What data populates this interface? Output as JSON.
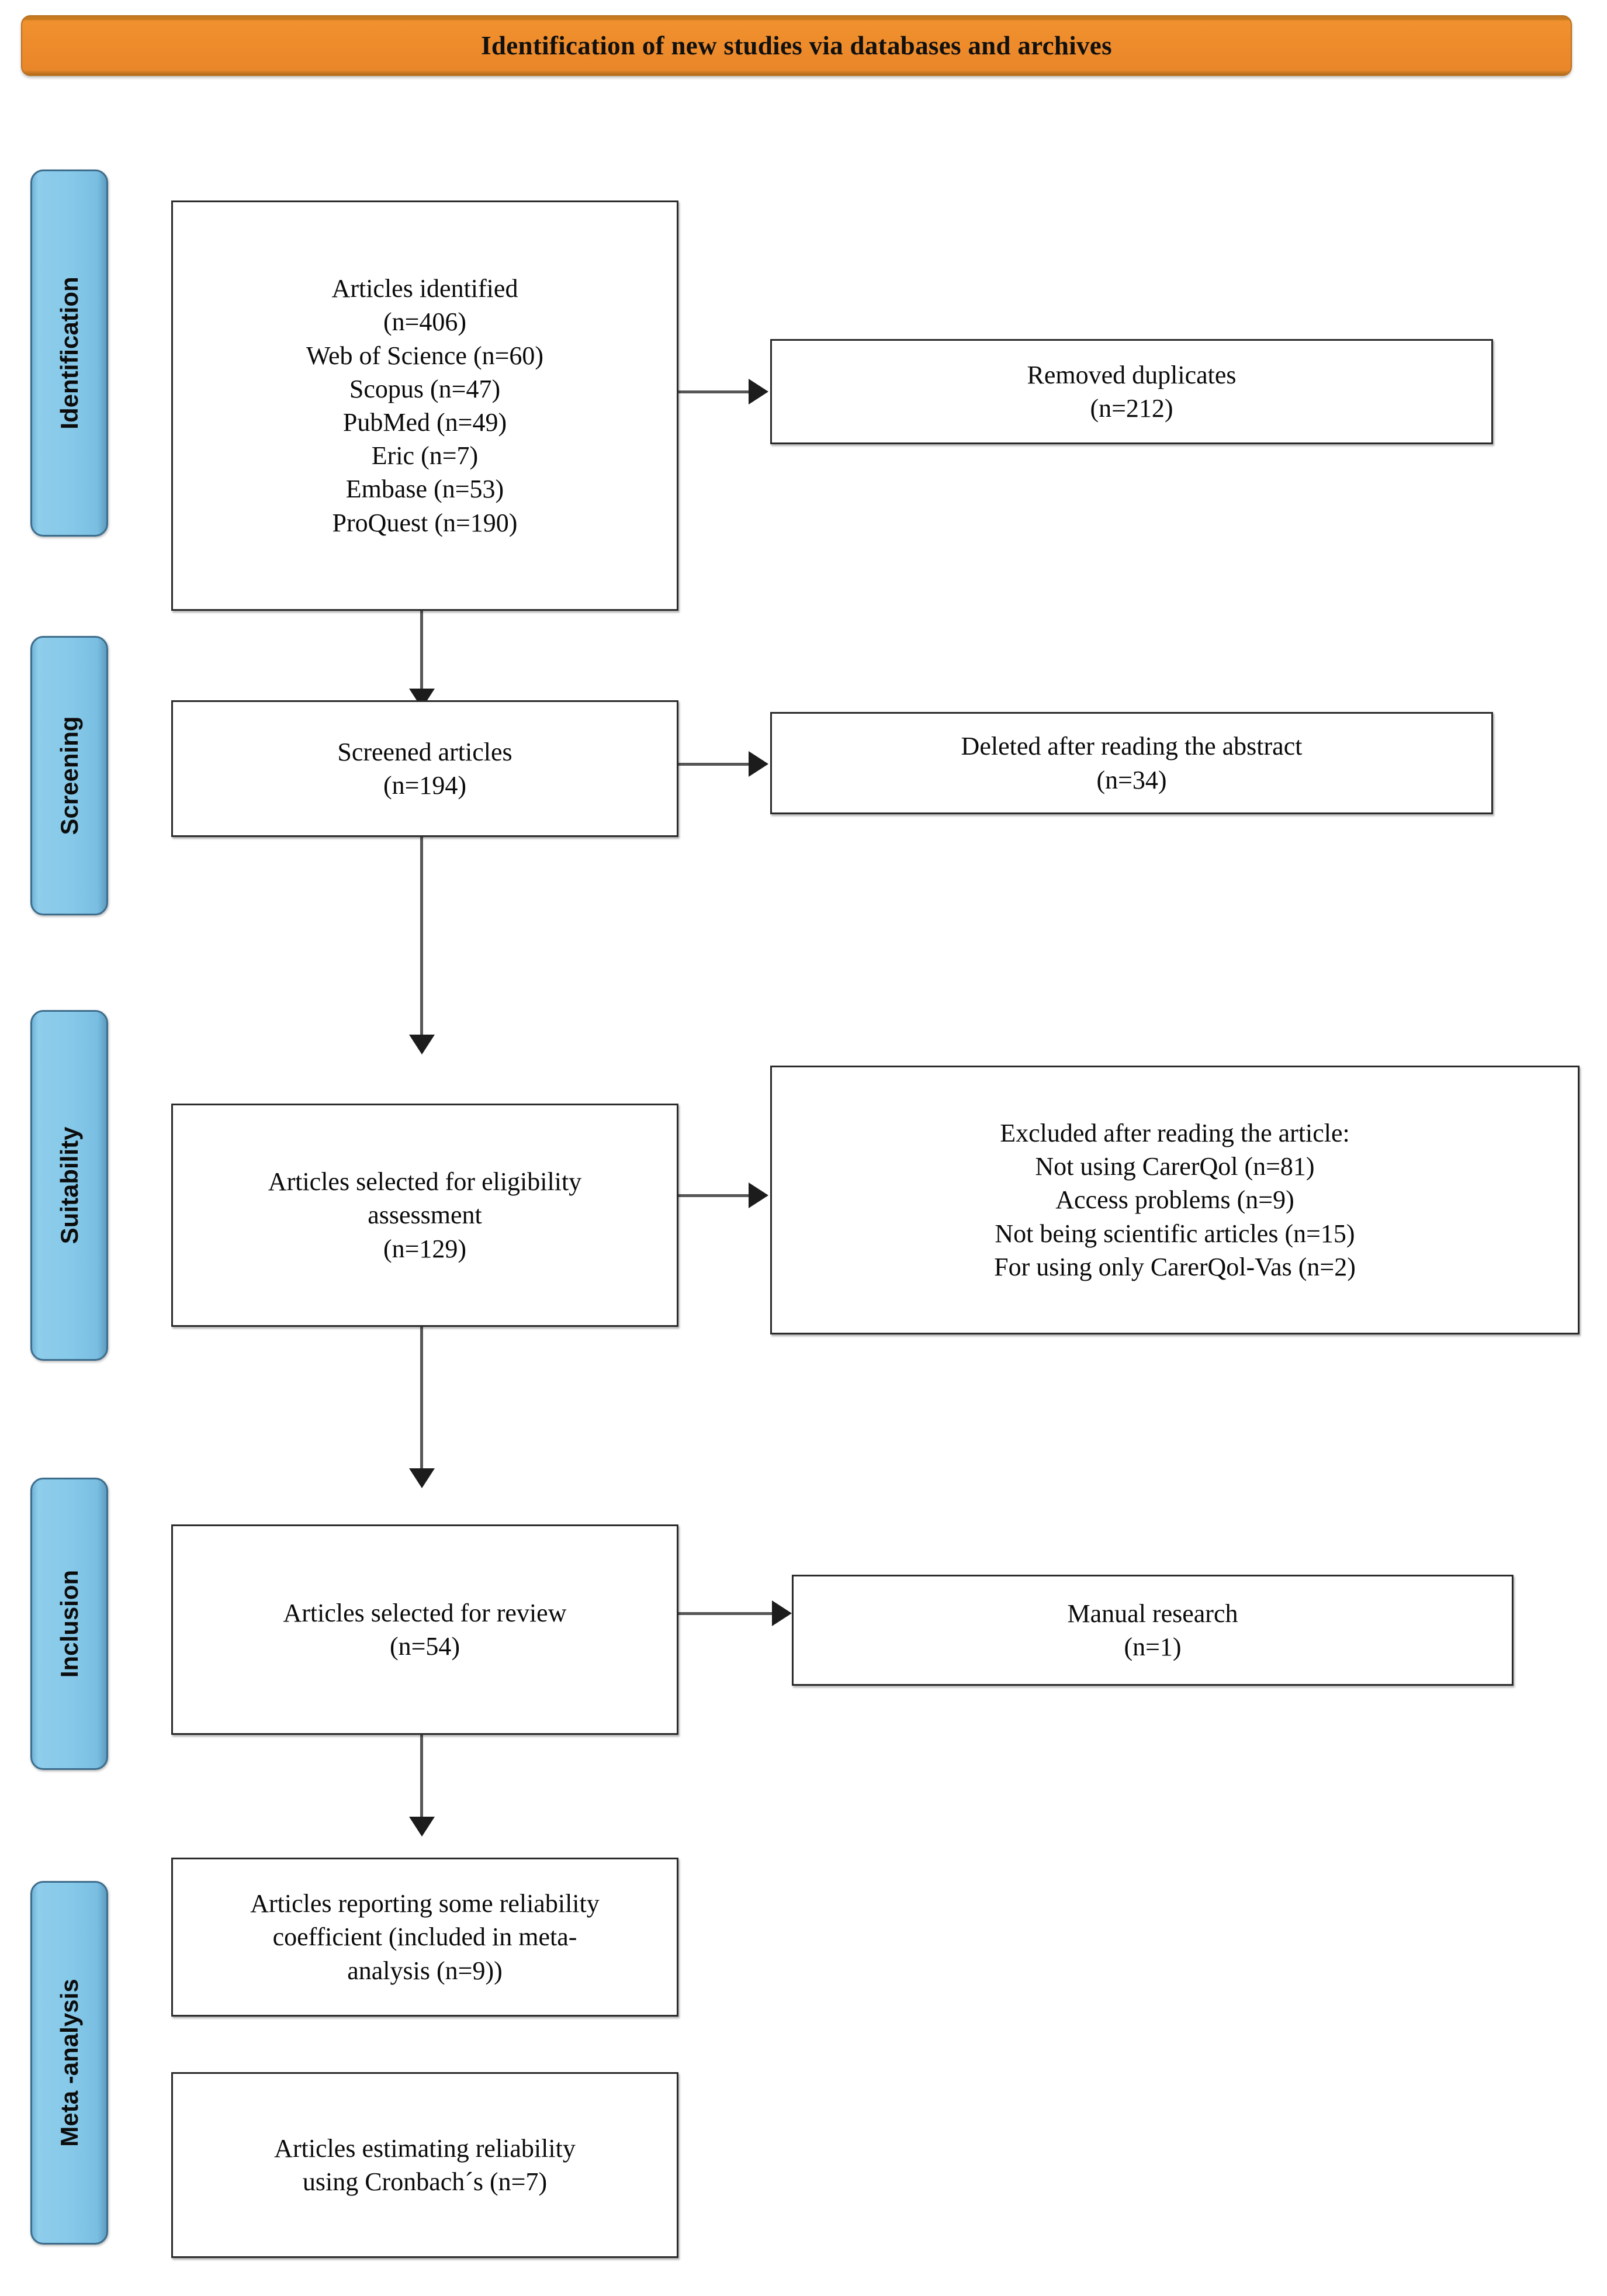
{
  "banner": {
    "title": "Identification of new studies via databases and archives",
    "color": "#ee8b2b"
  },
  "stages": [
    {
      "label": "Identification"
    },
    {
      "label": "Screening"
    },
    {
      "label": "Suitability"
    },
    {
      "label": "Inclusion"
    },
    {
      "label": "Meta -analysis"
    }
  ],
  "boxes": {
    "identified": {
      "lines": [
        "Articles identified",
        "(n=406)",
        "Web of Science (n=60)",
        "Scopus (n=47)",
        "PubMed (n=49)",
        "Eric (n=7)",
        "Embase (n=53)",
        "ProQuest (n=190)"
      ]
    },
    "duplicates": {
      "lines": [
        "Removed duplicates",
        "(n=212)"
      ]
    },
    "screened": {
      "lines": [
        "Screened articles",
        "(n=194)"
      ]
    },
    "deleted_abstract": {
      "lines": [
        "Deleted after reading the abstract",
        "(n=34)"
      ]
    },
    "eligibility": {
      "lines": [
        "Articles selected for eligibility",
        "assessment",
        "(n=129)"
      ]
    },
    "excluded": {
      "lines": [
        "Excluded after reading the article:",
        "Not using CarerQol (n=81)",
        "Access problems (n=9)",
        "Not being scientific articles (n=15)",
        "For using only CarerQol-Vas (n=2)"
      ]
    },
    "review": {
      "lines": [
        "Articles selected for review",
        "(n=54)"
      ]
    },
    "manual": {
      "lines": [
        "Manual research",
        "(n=1)"
      ]
    },
    "reliability_reported": {
      "lines": [
        "Articles reporting some reliability",
        "coefficient (included in meta-",
        "analysis (n=9))"
      ]
    },
    "cronbach": {
      "lines": [
        "Articles estimating reliability",
        "using Cronbach´s (n=7)"
      ]
    }
  },
  "chart_data": {
    "type": "diagram",
    "title": "Identification of new studies via databases and archives",
    "nodes": [
      {
        "id": "identified",
        "stage": "Identification",
        "label": "Articles identified",
        "n": 406,
        "sources": [
          {
            "name": "Web of Science",
            "n": 60
          },
          {
            "name": "Scopus",
            "n": 47
          },
          {
            "name": "PubMed",
            "n": 49
          },
          {
            "name": "Eric",
            "n": 7
          },
          {
            "name": "Embase",
            "n": 53
          },
          {
            "name": "ProQuest",
            "n": 190
          }
        ]
      },
      {
        "id": "duplicates",
        "stage": "Identification",
        "label": "Removed duplicates",
        "n": 212
      },
      {
        "id": "screened",
        "stage": "Screening",
        "label": "Screened articles",
        "n": 194
      },
      {
        "id": "deleted_abstract",
        "stage": "Screening",
        "label": "Deleted after reading the abstract",
        "n": 34
      },
      {
        "id": "eligibility",
        "stage": "Suitability",
        "label": "Articles selected for eligibility assessment",
        "n": 129
      },
      {
        "id": "excluded",
        "stage": "Suitability",
        "label": "Excluded after reading the article",
        "reasons": [
          {
            "name": "Not using CarerQol",
            "n": 81
          },
          {
            "name": "Access problems",
            "n": 9
          },
          {
            "name": "Not being scientific articles",
            "n": 15
          },
          {
            "name": "For using only CarerQol-Vas",
            "n": 2
          }
        ]
      },
      {
        "id": "review",
        "stage": "Inclusion",
        "label": "Articles selected for review",
        "n": 54
      },
      {
        "id": "manual",
        "stage": "Inclusion",
        "label": "Manual research",
        "n": 1
      },
      {
        "id": "reliability_reported",
        "stage": "Meta -analysis",
        "label": "Articles reporting some reliability coefficient (included in meta-analysis)",
        "n": 9
      },
      {
        "id": "cronbach",
        "stage": "Meta -analysis",
        "label": "Articles estimating reliability using Cronbach´s",
        "n": 7
      }
    ],
    "edges": [
      {
        "from": "identified",
        "to": "duplicates",
        "direction": "right"
      },
      {
        "from": "identified",
        "to": "screened",
        "direction": "down"
      },
      {
        "from": "screened",
        "to": "deleted_abstract",
        "direction": "right"
      },
      {
        "from": "screened",
        "to": "eligibility",
        "direction": "down"
      },
      {
        "from": "eligibility",
        "to": "excluded",
        "direction": "right"
      },
      {
        "from": "eligibility",
        "to": "review",
        "direction": "down"
      },
      {
        "from": "review",
        "to": "manual",
        "direction": "right"
      },
      {
        "from": "review",
        "to": "reliability_reported",
        "direction": "down"
      }
    ]
  }
}
